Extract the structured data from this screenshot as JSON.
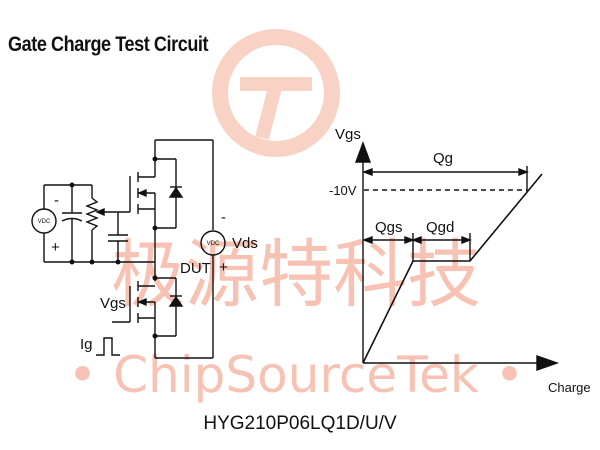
{
  "title": "Gate Charge Test Circuit",
  "part_number": "HYG210P06LQ1D/U/V",
  "watermark": {
    "chinese": "极源特科技",
    "latin": "• ChipSourceTek •",
    "color": "#f7c2b4"
  },
  "circuit": {
    "vdc_left": "VDC",
    "vdc_right": "VDC",
    "minus_left": "-",
    "plus_left": "+",
    "minus_right": "-",
    "plus_right": "+",
    "vds": "Vds",
    "dut": "DUT",
    "vgs": "Vgs",
    "ig": "Ig"
  },
  "waveform": {
    "y_axis_label": "Vgs",
    "x_axis_label": "Charge",
    "level_label": "-10V",
    "qg": "Qg",
    "qgs": "Qgs",
    "qgd": "Qgd"
  }
}
